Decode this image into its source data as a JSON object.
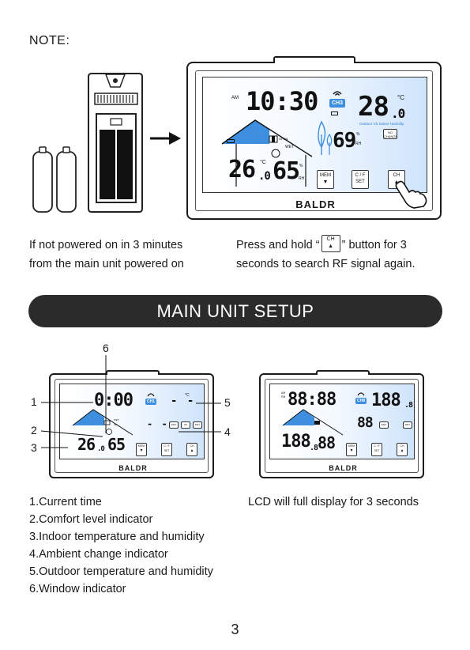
{
  "note_label": "NOTE:",
  "device_brand": "BALDR",
  "top_device": {
    "am": "AM",
    "time": "10:30",
    "channel": "CH",
    "channel_num": "3",
    "outdoor_temp": "28",
    "outdoor_temp_dec": ".0",
    "outdoor_unit": "°C",
    "outdoor_hum": "69",
    "hum_unit": "%",
    "rh": "RH",
    "indoor_vs_outdoor": "Outdoor VS Indoor Humidity",
    "no_change_1": "NO",
    "no_change_2": "CHANGE",
    "open": "OPEN",
    "wet": "WET",
    "indoor_temp": "26",
    "indoor_temp_dec": ".0",
    "indoor_unit": "°C",
    "indoor_hum": "65",
    "btn_mem": "MEM",
    "btn_cf": "C / F",
    "btn_set": "SET",
    "btn_ch": "CH"
  },
  "caption_left": [
    "If not powered on in 3 minutes",
    "from the main unit powered on"
  ],
  "caption_right_a": "Press and hold “",
  "caption_right_btn": "CH",
  "caption_right_b": "” button for 3",
  "caption_right_line2": "seconds to search RF signal again.",
  "banner": "MAIN UNIT SETUP",
  "left_device": {
    "time": "0:00",
    "channel": "CH",
    "channel_num": "1",
    "out_unit": "°C",
    "out_dashes": "- -",
    "mid_dashes": "- -",
    "indoor_temp": "26",
    "indoor_temp_dec": ".0",
    "indoor_hum": "65",
    "btn_mem": "MEM",
    "btn_cf": "C / F",
    "btn_set": "SET",
    "btn_ch": "CH",
    "wet": "WET",
    "dry": "DRY",
    "ok": "OK"
  },
  "right_device": {
    "am": "AM",
    "pm": "PM",
    "time": "88:88",
    "channel": "CH",
    "channel_num": "8",
    "out_temp": "188",
    "out_temp_dec": ".8",
    "out_hum": "88",
    "indoor_temp": "188",
    "indoor_temp_dec": ".8",
    "indoor_hum": "88",
    "btn_mem": "MEM",
    "btn_cf": "C / F",
    "btn_set": "SET",
    "btn_ch": "CH",
    "wet": "WET",
    "dry": "DRY"
  },
  "callouts": [
    "1",
    "2",
    "3",
    "4",
    "5",
    "6"
  ],
  "lcd_full_caption": "LCD will full display for 3 seconds",
  "legend": [
    "1.Current time",
    "2.Comfort level indicator",
    "3.Indoor temperature and humidity",
    "4.Ambient change indicator",
    "5.Outdoor temperature and humidity",
    "6.Window indicator"
  ],
  "page_number": "3"
}
